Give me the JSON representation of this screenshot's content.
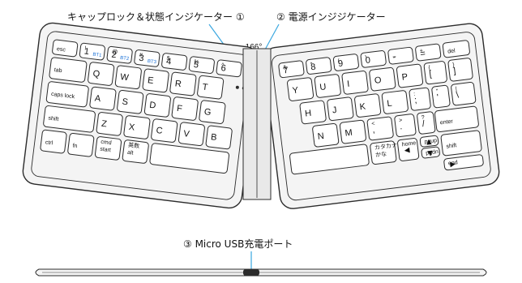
{
  "labels": {
    "caps_indicator": "キャップロック＆状態インジケーター ①",
    "power_indicator": "② 電源インジジケーター",
    "usb_port": "③ Micro USB充電ポート",
    "angle": "166°"
  },
  "left_keys": [
    {
      "label": "esc",
      "sub": "",
      "blue": ""
    },
    {
      "label": "1",
      "sub": "!",
      "blue": "BT1"
    },
    {
      "label": "2",
      "sub": "@",
      "blue": "BT2"
    },
    {
      "label": "3",
      "sub": "#",
      "blue": "BT3"
    },
    {
      "label": "4",
      "sub": "$",
      "blue": ""
    },
    {
      "label": "5",
      "sub": "%",
      "blue": ""
    },
    {
      "label": "6",
      "sub": "^",
      "blue": ""
    },
    {
      "label": "tab",
      "sub": "",
      "blue": ""
    },
    {
      "label": "Q",
      "sub": "",
      "blue": ""
    },
    {
      "label": "W",
      "sub": "",
      "blue": ""
    },
    {
      "label": "E",
      "sub": "",
      "blue": ""
    },
    {
      "label": "R",
      "sub": "",
      "blue": ""
    },
    {
      "label": "T",
      "sub": "",
      "blue": ""
    },
    {
      "label": "caps lock",
      "sub": "",
      "blue": ""
    },
    {
      "label": "A",
      "sub": "",
      "blue": ""
    },
    {
      "label": "S",
      "sub": "",
      "blue": ""
    },
    {
      "label": "D",
      "sub": "",
      "blue": ""
    },
    {
      "label": "F",
      "sub": "",
      "blue": ""
    },
    {
      "label": "G",
      "sub": "",
      "blue": ""
    },
    {
      "label": "shift",
      "sub": "",
      "blue": ""
    },
    {
      "label": "Z",
      "sub": "",
      "blue": ""
    },
    {
      "label": "X",
      "sub": "",
      "blue": ""
    },
    {
      "label": "C",
      "sub": "",
      "blue": ""
    },
    {
      "label": "V",
      "sub": "",
      "blue": ""
    },
    {
      "label": "B",
      "sub": "",
      "blue": ""
    },
    {
      "label": "ctrl",
      "sub": "",
      "blue": ""
    },
    {
      "label": "fn",
      "sub": "",
      "blue": ""
    },
    {
      "label": "start",
      "sub": "cmd",
      "blue": ""
    },
    {
      "label": "alt",
      "sub": "英数",
      "blue": ""
    },
    {
      "label": "",
      "sub": "",
      "blue": ""
    }
  ],
  "right_keys": [
    {
      "label": "7",
      "sub": "&",
      "blue": ""
    },
    {
      "label": "8",
      "sub": "*",
      "blue": ""
    },
    {
      "label": "9",
      "sub": "(",
      "blue": ""
    },
    {
      "label": "0",
      "sub": ")",
      "blue": ""
    },
    {
      "label": "-",
      "sub": "_",
      "blue": ""
    },
    {
      "label": "=",
      "sub": "+",
      "blue": ""
    },
    {
      "label": "del",
      "sub": "",
      "blue": ""
    },
    {
      "label": "Y",
      "sub": "",
      "blue": ""
    },
    {
      "label": "U",
      "sub": "",
      "blue": ""
    },
    {
      "label": "I",
      "sub": "",
      "blue": ""
    },
    {
      "label": "O",
      "sub": "",
      "blue": ""
    },
    {
      "label": "P",
      "sub": "",
      "blue": ""
    },
    {
      "label": "[",
      "sub": "{",
      "blue": ""
    },
    {
      "label": "]",
      "sub": "}",
      "blue": ""
    },
    {
      "label": "\\",
      "sub": "|",
      "blue": ""
    },
    {
      "label": "H",
      "sub": "",
      "blue": ""
    },
    {
      "label": "J",
      "sub": "",
      "blue": ""
    },
    {
      "label": "K",
      "sub": "",
      "blue": ""
    },
    {
      "label": "L",
      "sub": "",
      "blue": ""
    },
    {
      "label": ";",
      "sub": ":",
      "blue": ""
    },
    {
      "label": "'",
      "sub": "\"",
      "blue": ""
    },
    {
      "label": "enter",
      "sub": "",
      "blue": ""
    },
    {
      "label": "N",
      "sub": "",
      "blue": ""
    },
    {
      "label": "M",
      "sub": "",
      "blue": ""
    },
    {
      "label": ",",
      "sub": "<",
      "blue": ""
    },
    {
      "label": ".",
      "sub": ">",
      "blue": ""
    },
    {
      "label": "/",
      "sub": "?",
      "blue": ""
    },
    {
      "label": "shift",
      "sub": "",
      "blue": ""
    },
    {
      "label": "",
      "sub": "",
      "blue": ""
    },
    {
      "label": "かな",
      "sub": "カタカナ",
      "blue": ""
    },
    {
      "label": "◄",
      "sub": "home",
      "blue": ""
    },
    {
      "label": "▲",
      "sub": "pgup",
      "blue": ""
    },
    {
      "label": "▼",
      "sub": "pgdn",
      "blue": ""
    },
    {
      "label": "►",
      "sub": "end",
      "blue": ""
    }
  ],
  "colors": {
    "outline": "#2b2b2b",
    "key_fill": "#ffffff",
    "body_fill": "#f4f4f4",
    "accent_blue": "#1e73d8",
    "accent_orange": "#e07820",
    "pointer_line": "#3aa7e0"
  }
}
